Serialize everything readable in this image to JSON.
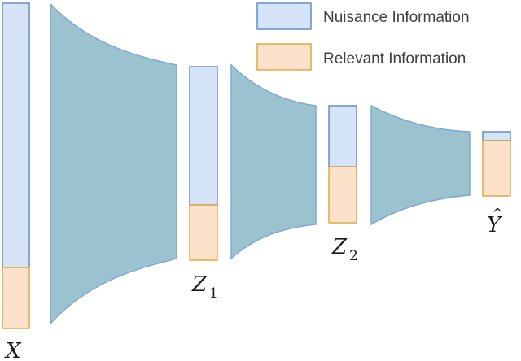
{
  "legend": {
    "nuisance_label": "Nuisance Information",
    "relevant_label": "Relevant Information",
    "colors": {
      "nuisance_fill": "#d6e4f8",
      "nuisance_stroke": "#5a86c9",
      "relevant_fill": "#fce2cb",
      "relevant_stroke": "#e0a23a"
    }
  },
  "funnel_color": "#9bc3cf",
  "variables": [
    {
      "label": "X",
      "subscript": ""
    },
    {
      "label": "Z",
      "subscript": "1"
    },
    {
      "label": "Z",
      "subscript": "2"
    },
    {
      "label": "Y",
      "subscript": "",
      "hat": "^"
    }
  ]
}
